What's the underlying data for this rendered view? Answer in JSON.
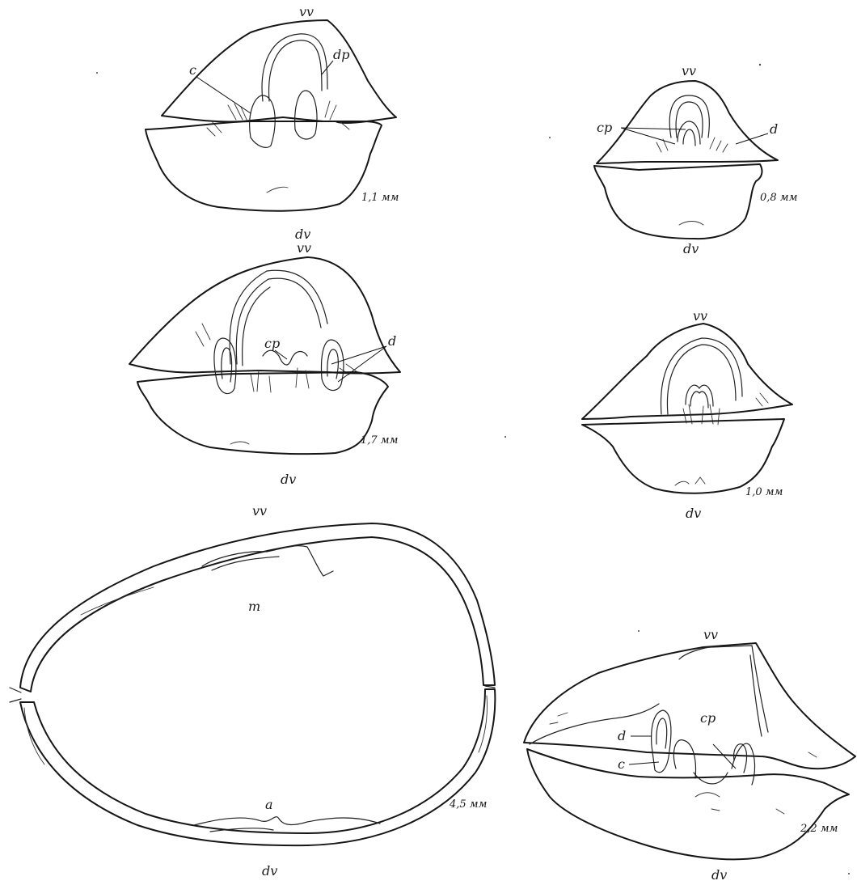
{
  "figures": [
    {
      "id": "fig-1-1mm",
      "size": "1,1 мм",
      "top": "vv",
      "bottom": "dv",
      "labels": [
        "c",
        "dp"
      ]
    },
    {
      "id": "fig-0-8mm",
      "size": "0,8 мм",
      "top": "vv",
      "bottom": "dv",
      "labels": [
        "cp",
        "d"
      ]
    },
    {
      "id": "fig-1-7mm",
      "size": "1,7 мм",
      "top": "vv",
      "bottom": "dv",
      "labels": [
        "cp",
        "d"
      ]
    },
    {
      "id": "fig-1-0mm",
      "size": "1,0 мм",
      "top": "vv",
      "bottom": "dv",
      "labels": []
    },
    {
      "id": "fig-4-5mm",
      "size": "4,5 мм",
      "top": "vv",
      "bottom": "dv",
      "labels": [
        "m",
        "a"
      ]
    },
    {
      "id": "fig-2-2mm",
      "size": "2,2 мм",
      "top": "vv",
      "bottom": "dv",
      "labels": [
        "d",
        "c",
        "cp"
      ]
    }
  ]
}
